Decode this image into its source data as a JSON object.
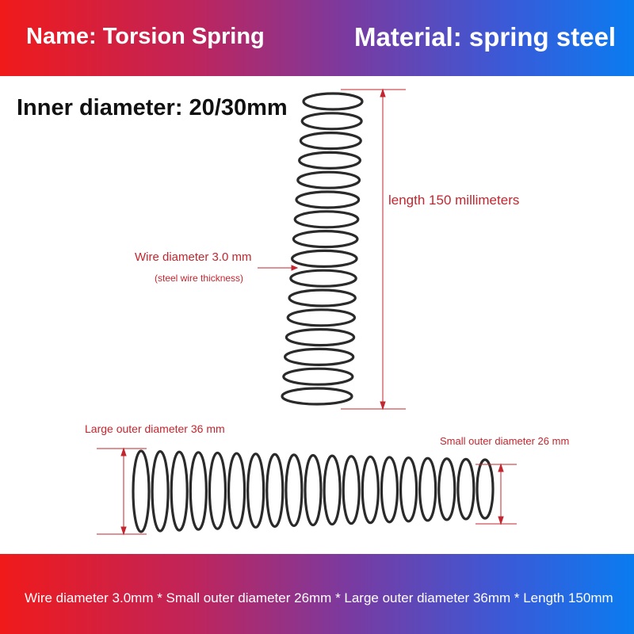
{
  "header": {
    "name": "Name: Torsion Spring",
    "material": "Material: spring steel"
  },
  "inner_diameter": "Inner diameter: 20/30mm",
  "annotations": {
    "length": "length 150 millimeters",
    "wire_diameter": "Wire diameter 3.0 mm",
    "wire_note": "(steel wire thickness)",
    "large_outer": "Large outer diameter 36 mm",
    "small_outer": "Small outer diameter 26 mm"
  },
  "footer": "Wire diameter 3.0mm * Small outer diameter 26mm * Large outer diameter 36mm * Length 150mm",
  "colors": {
    "banner_start": "#f01a1a",
    "banner_end": "#0a7cf0",
    "annotation": "#c2262e",
    "spring": "#2a2a2a"
  }
}
